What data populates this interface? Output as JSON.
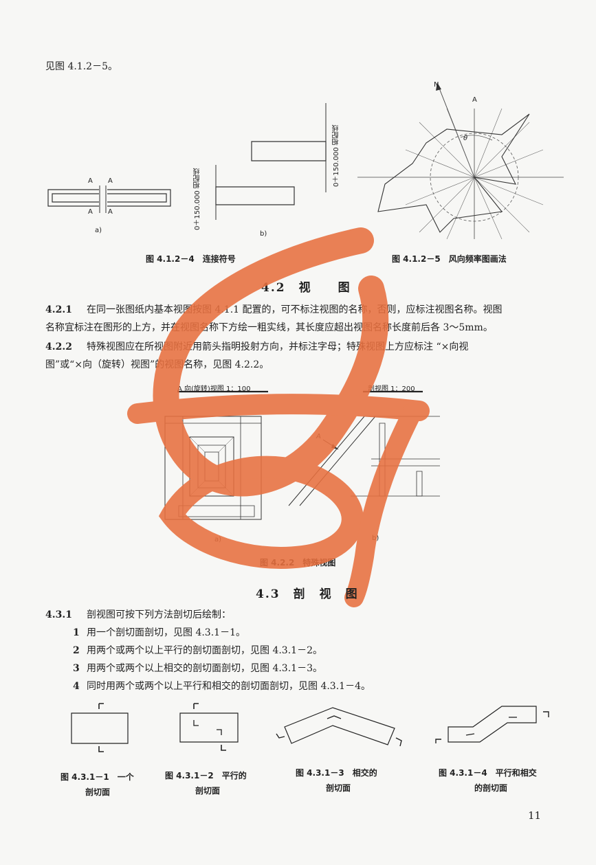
{
  "intro_line": "见图 4.1.2－5。",
  "fig_4_1_2_4": {
    "label_a_top_left": "A",
    "label_a_top_right": "A",
    "label_a_bot_left": "A",
    "label_a_bot_right": "A",
    "sub_a": "a)",
    "sub_b": "b)",
    "chainage_left": "0＋150.000 相配线",
    "chainage_right": "0＋150.000 相配线",
    "caption": "图 4.1.2－4　连接符号"
  },
  "fig_4_1_2_5": {
    "north": "N",
    "a_label": "A",
    "theta": "θ",
    "caption": "图 4.1.2－5　风向频率图画法"
  },
  "section_4_2": {
    "heading": "4.2　视　　图",
    "p1_num": "4.2.1",
    "p1_line1": "在同一张图纸内基本视图按图 4.1.1 配置的，可不标注视图的名称，否则，应标注视图名称。视图",
    "p1_line2": "名称宜标注在图形的上方，并在视图名称下方绘一粗实线，其长度应超出视图名称长度前后各 3～5mm。",
    "p2_num": "4.2.2",
    "p2_line1": "特殊视图应在所视图附近用箭头指明投射方向，并标注字母；特殊视图上方应标注 “×向视",
    "p2_line2": "图”或“×向（旋转）视图”的视图名称，见图 4.2.2。"
  },
  "fig_4_2_2": {
    "title_a": "A 向(旋转)视图 1：100",
    "title_b": "剖视图 1：200",
    "arrow_label": "A",
    "sub_a": "a)",
    "sub_b": "b)",
    "caption": "图 4.2.2　特殊视图"
  },
  "section_4_3": {
    "heading": "4.3　剖　视　图",
    "p_num": "4.3.1",
    "p_text": "剖视图可按下列方法剖切后绘制：",
    "items": [
      {
        "n": "1",
        "text": "用一个剖切面剖切，见图 4.3.1－1。"
      },
      {
        "n": "2",
        "text": "用两个或两个以上平行的剖切面剖切，见图 4.3.1－2。"
      },
      {
        "n": "3",
        "text": "用两个或两个以上相交的剖切面剖切，见图 4.3.1－3。"
      },
      {
        "n": "4",
        "text": "同时用两个或两个以上平行和相交的剖切面剖切，见图 4.3.1－4。"
      }
    ]
  },
  "captions_4_3_1": {
    "c1_l1": "图 4.3.1－1　一个",
    "c1_l2": "剖切面",
    "c2_l1": "图 4.3.1－2　平行的",
    "c2_l2": "剖切面",
    "c3_l1": "图 4.3.1－3　相交的",
    "c3_l2": "剖切面",
    "c4_l1": "图 4.3.1－4　平行和相交",
    "c4_l2": "的剖切面"
  },
  "page_number": "11",
  "colors": {
    "stamp": "#e8703f",
    "ink": "#222222",
    "paper": "#f7f7f5"
  }
}
